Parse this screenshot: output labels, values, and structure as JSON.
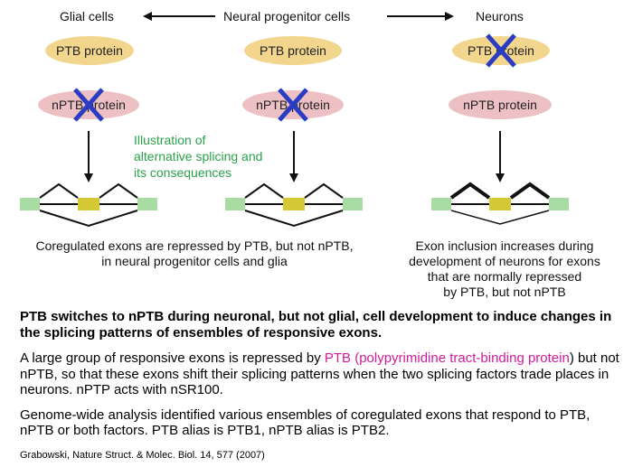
{
  "header": {
    "glial_cells": "Glial cells",
    "neural_progenitor_cells": "Neural progenitor cells",
    "neurons": "Neurons"
  },
  "ovals": {
    "ptb_protein": "PTB protein",
    "nptb_protein": "nPTB protein"
  },
  "annotation": "Illustration of\nalternative splicing and\nits consequences",
  "captions": {
    "left": "Coregulated exons are repressed by PTB, but not nPTB,\nin neural progenitor cells and glia",
    "right": "Exon inclusion increases during\ndevelopment of neurons for exons\nthat are normally repressed\nby PTB, but not nPTB"
  },
  "body": {
    "headline": "PTB switches to nPTB during neuronal, but not glial, cell development to induce changes in the splicing patterns of ensembles of responsive exons.",
    "para1_pre": "A large group of responsive exons is repressed by ",
    "para1_highlight": "PTB (polypyrimidine tract-binding protein",
    "para1_post": ") but not nPTB, so that these exons shift their splicing patterns when the two splicing factors trade places in neurons. nPTP acts with nSR100.",
    "para2": "Genome-wide analysis identified various ensembles of coregulated exons that respond to PTB, nPTB or both factors.  PTB alias is PTB1,  nPTB alias is PTB2.",
    "citation": "Grabowski, Nature Struct. & Molec. Biol. 14, 577 (2007)"
  },
  "colors": {
    "ptb_oval": "#f3d68e",
    "nptb_oval": "#edc0c4",
    "cross": "#2a3cc4",
    "exon_flank": "#a9dca3",
    "exon_middle": "#d4c935",
    "annotation_green": "#2ba24b",
    "highlight_pink": "#d21a9c"
  }
}
